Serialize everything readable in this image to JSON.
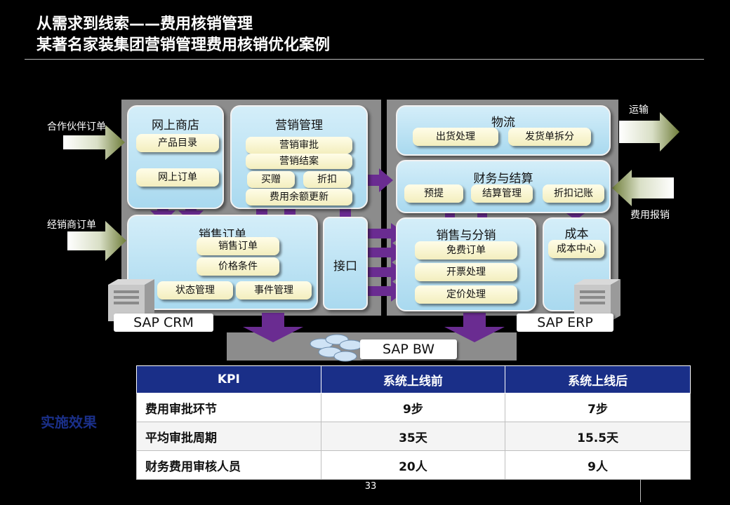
{
  "header": {
    "title_line1": "从需求到线索——费用核销管理",
    "title_line2": "某著名家装集团营销管理费用核销优化案例"
  },
  "crm": {
    "online_store": {
      "title": "网上商店",
      "items": [
        "产品目录",
        "网上订单"
      ]
    },
    "marketing": {
      "title": "营销管理",
      "items": [
        "营销审批",
        "营销结案",
        "买赠",
        "折扣",
        "费用余额更新"
      ]
    },
    "sales_order": {
      "title": "销售订单",
      "items": [
        "销售订单",
        "价格条件",
        "状态管理",
        "事件管理"
      ]
    },
    "interface": {
      "title": "接口"
    },
    "system_label": "SAP CRM"
  },
  "erp": {
    "logistics": {
      "title": "物流",
      "items": [
        "出货处理",
        "发货单拆分"
      ]
    },
    "finance": {
      "title": "财务与结算",
      "items": [
        "预提",
        "结算管理",
        "折扣记账"
      ]
    },
    "sales_dist": {
      "title": "销售与分销",
      "items": [
        "免费订单",
        "开票处理",
        "定价处理"
      ]
    },
    "cost": {
      "title": "成本",
      "items": [
        "成本中心"
      ]
    },
    "system_label": "SAP ERP"
  },
  "bw": {
    "system_label": "SAP BW"
  },
  "inputs": {
    "partner_orders": "合作伙伴订单",
    "dealer_orders": "经销商订单",
    "transport": "运输",
    "expense_reimbursement": "费用报销"
  },
  "kpi_table": {
    "headers": [
      "KPI",
      "系统上线前",
      "系统上线后"
    ],
    "rows": [
      [
        "费用审批环节",
        "9步",
        "7步"
      ],
      [
        "平均审批周期",
        "35天",
        "15.5天"
      ],
      [
        "财务费用审核人员",
        "20人",
        "9人"
      ]
    ]
  },
  "effect_label": "实施效果",
  "page_number": "33",
  "colors": {
    "arrow_purple": "#6a2c91",
    "table_header": "#1a2f88",
    "box_fill": "#bfe4f5",
    "pill_fill": "#fbf8d6"
  }
}
